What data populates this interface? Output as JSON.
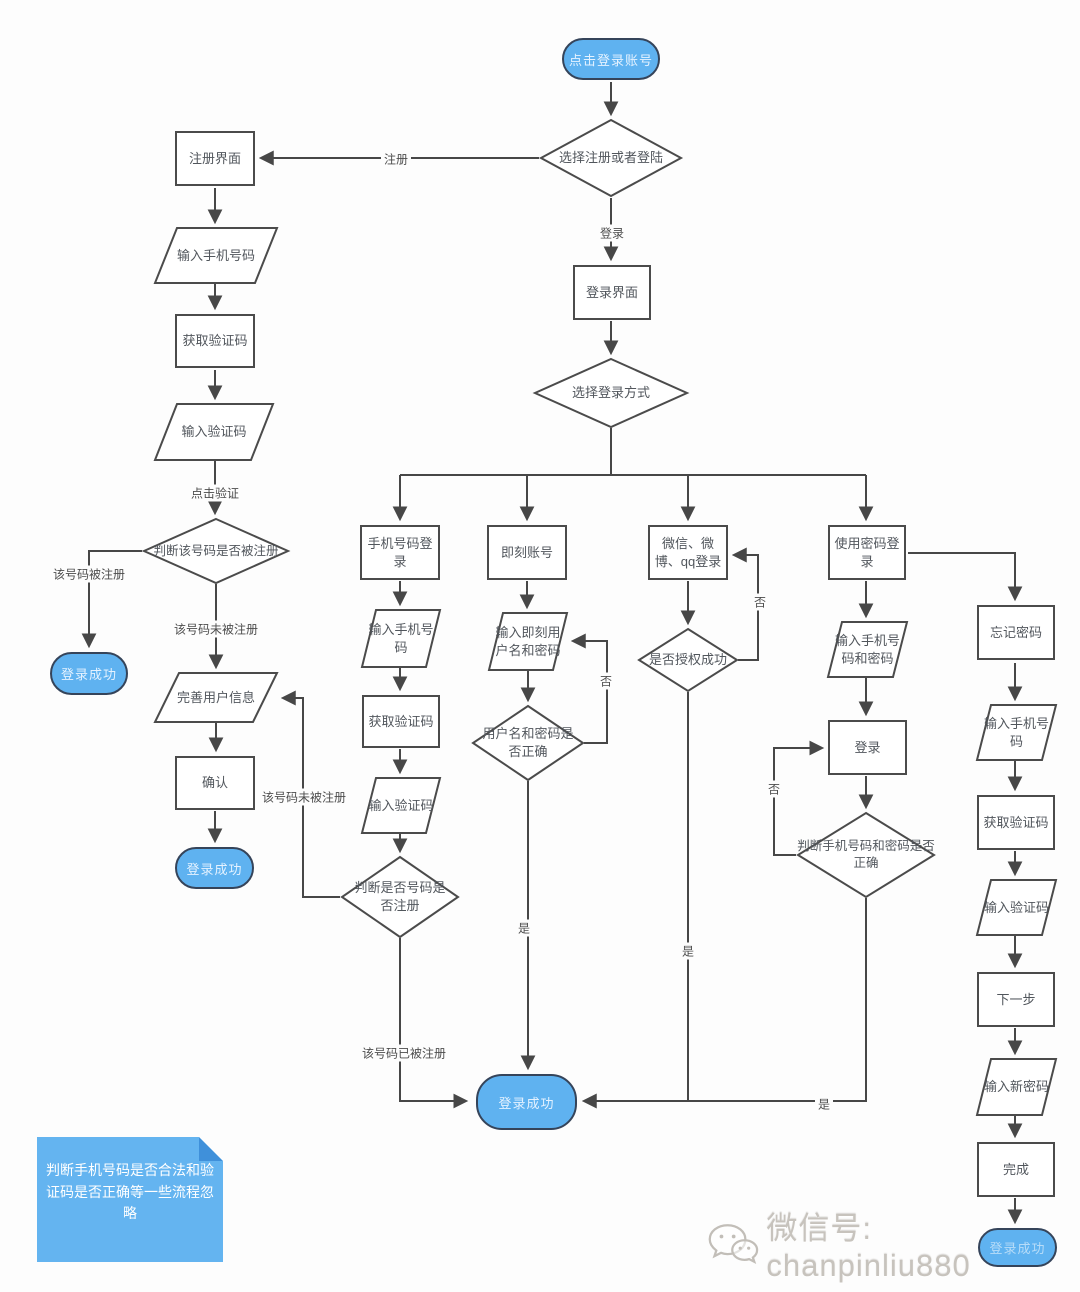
{
  "nodes": {
    "start": "点击登录账号",
    "choose_reg_login": "选择注册或者登陆",
    "register_ui": "注册界面",
    "enter_phone_reg": "输入手机号码",
    "get_code_reg": "获取验证码",
    "enter_code_reg": "输入验证码",
    "check_registered": "判断该号码是否被注册",
    "login_success_a": "登录成功",
    "complete_info": "完善用户信息",
    "confirm": "确认",
    "login_success_b": "登录成功",
    "login_ui": "登录界面",
    "choose_method": "选择登录方式",
    "phone_login": "手机号码登录",
    "jike_account": "即刻账号",
    "social_login": "微信、微博、qq登录",
    "password_login": "使用密码登录",
    "enter_phone_1": "输入手机号码",
    "get_code_1": "获取验证码",
    "enter_code_1": "输入验证码",
    "check_phone_reg": "判断是否号码是否注册",
    "enter_jike_cred": "输入即刻用户名和密码",
    "check_cred": "用户名和密码是否正确",
    "check_auth": "是否授权成功",
    "enter_phone_pwd": "输入手机号码和密码",
    "login_btn": "登录",
    "check_phone_pwd": "判断手机号码和密码是否正确",
    "forgot_pwd": "忘记密码",
    "enter_phone_f": "输入手机号码",
    "get_code_f": "获取验证码",
    "enter_code_f": "输入验证码",
    "next_step": "下一步",
    "enter_new_pwd": "输入新密码",
    "done": "完成",
    "login_success_center": "登录成功",
    "login_success_final": "登录成功"
  },
  "edge_labels": {
    "register": "注册",
    "login": "登录",
    "click_verify": "点击验证",
    "num_registered": "该号码被注册",
    "num_not_registered": "该号码未被注册",
    "num_not_registered_loop": "该号码未被注册",
    "num_already_registered": "该号码已被注册",
    "yes_jike": "是",
    "yes_social": "是",
    "yes_pwd": "是",
    "no_jike": "否",
    "no_social": "否",
    "no_pwd": "否"
  },
  "note": {
    "text": "判断手机号码是否合法和验证码是否正确等一些流程忽略"
  },
  "watermark": {
    "text": "微信号: chanpinliu880",
    "icon": "wechat-icon"
  },
  "colors": {
    "node_fill": "#5fb2f0",
    "node_border": "#35445a",
    "line": "#474747",
    "note_fill": "#64b4f0"
  }
}
